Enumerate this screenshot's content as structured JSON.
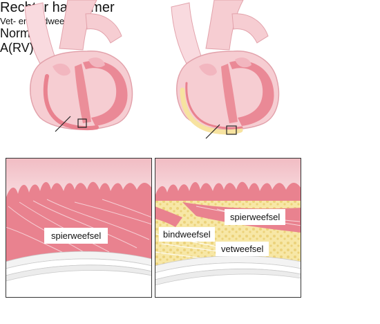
{
  "hearts": {
    "normal_caption": "Rechter hartkamer",
    "arvc_caption": "Vet- en bindweefsel"
  },
  "panels": {
    "normal": {
      "tissue_label": "spierweefsel",
      "caption": "Normaal"
    },
    "arvc": {
      "muscle_label": "spierweefsel",
      "fibrous_label": "bindweefsel",
      "fat_label": "vetweefsel",
      "caption": "A(RV)C"
    }
  },
  "colors": {
    "heart_pale": "#f6cdd2",
    "heart_muscle": "#e9828f",
    "heart_outline": "#b34a59",
    "fat_yellow": "#f7e7a6",
    "fibrous_cream": "#f5efd3",
    "panel_border": "#333333"
  }
}
